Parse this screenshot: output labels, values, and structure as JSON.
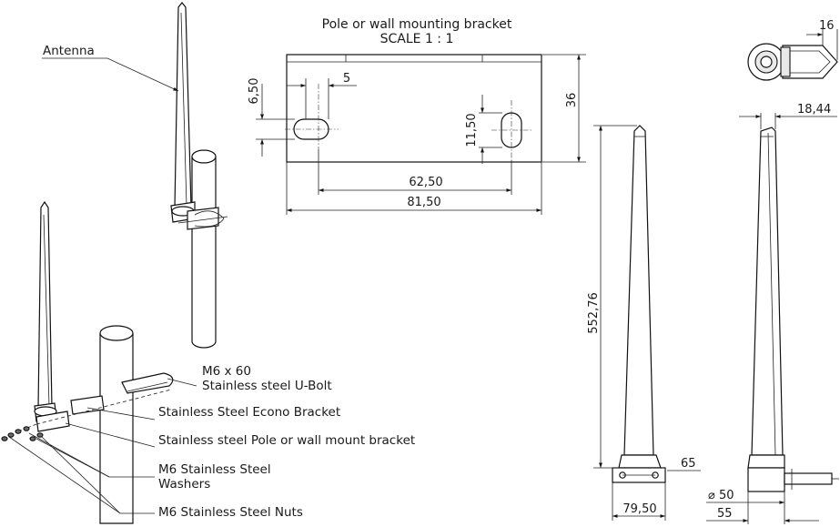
{
  "bracket_view": {
    "title": "Pole or wall mounting bracket",
    "scale": "SCALE 1 : 1"
  },
  "labels": {
    "antenna": "Antenna",
    "ubolt_size": "M6 x 60",
    "ubolt": "Stainless steel U-Bolt",
    "econo_bracket": "Stainless Steel Econo Bracket",
    "pole_bracket": "Stainless steel Pole or wall mount bracket",
    "washers_line1": "M6 Stainless Steel",
    "washers_line2": "Washers",
    "nuts": "M6 Stainless Steel Nuts"
  },
  "dimensions": {
    "slot_height": "6,50",
    "slot_width": "5",
    "bracket_height": "36",
    "slot_length": "11,50",
    "hole_spacing": "62,50",
    "bracket_length": "81,50",
    "top_width": "16",
    "tip_width": "18,44",
    "antenna_height": "552,76",
    "base_height": "65",
    "base_width": "79,50",
    "pole_diameter": "⌀ 50",
    "side_depth": "55"
  },
  "colors": {
    "line": "#111111",
    "fill": "#ffffff",
    "shade": "#e9e9e9"
  }
}
